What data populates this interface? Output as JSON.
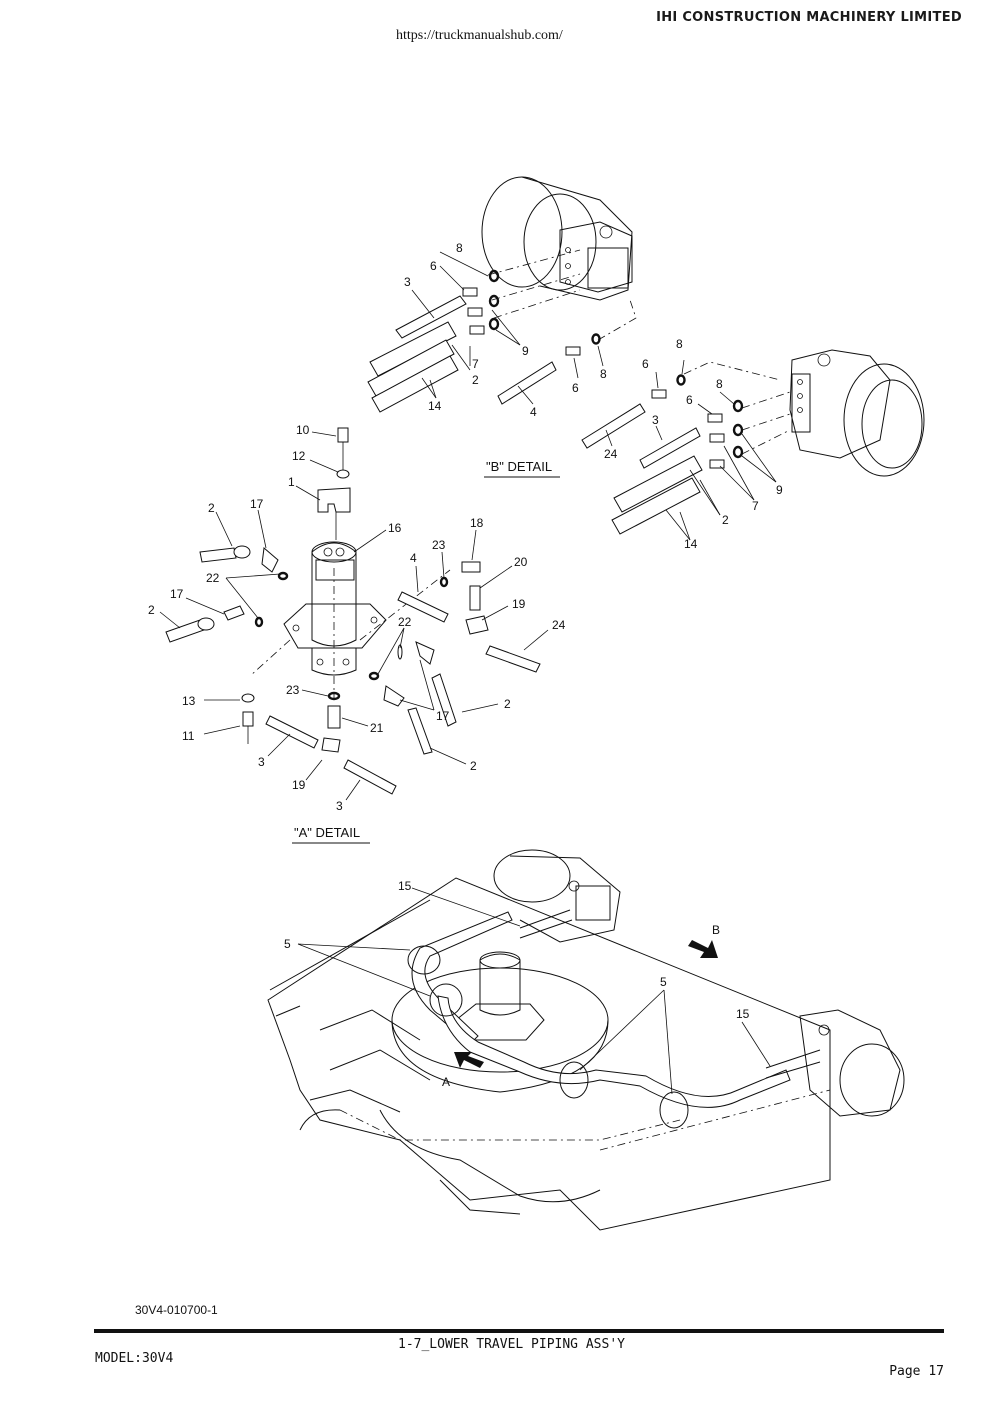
{
  "header": {
    "brand": "IHI CONSTRUCTION MACHINERY LIMITED",
    "url": "https://truckmanualshub.com/"
  },
  "details": {
    "b_detail_title": "\"B\" DETAIL",
    "a_detail_title": "\"A\" DETAIL"
  },
  "part_numbers": {
    "p1": "1",
    "p2": "2",
    "p3": "3",
    "p4": "4",
    "p5": "5",
    "p6": "6",
    "p7": "7",
    "p8": "8",
    "p9": "9",
    "p10": "10",
    "p11": "11",
    "p12": "12",
    "p13": "13",
    "p14": "14",
    "p15": "15",
    "p16": "16",
    "p17": "17",
    "p18": "18",
    "p19": "19",
    "p20": "20",
    "p21": "21",
    "p22": "22",
    "p23": "23",
    "p24": "24"
  },
  "view_markers": {
    "a": "A",
    "b": "B"
  },
  "drawing_number": "30V4-010700-1",
  "footer": {
    "title": "1-7_LOWER TRAVEL PIPING ASS'Y",
    "model": "MODEL:30V4",
    "page": "Page 17"
  }
}
